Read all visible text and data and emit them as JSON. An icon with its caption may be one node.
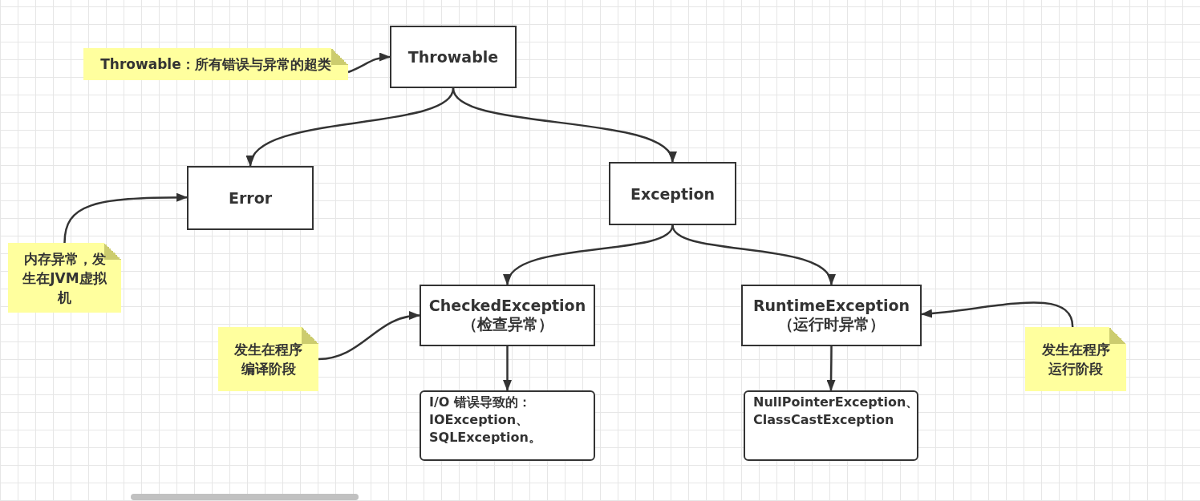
{
  "diagram": {
    "nodes": [
      {
        "text": [
          "Throwable"
        ]
      },
      {
        "text": [
          "Error"
        ]
      },
      {
        "text": [
          "Exception"
        ]
      },
      {
        "text": [
          "CheckedException （检查异常）"
        ]
      },
      {
        "text": [
          "RuntimeException （运行时异常）"
        ]
      },
      {
        "text": [
          "I/O 错误导致的：IOException、SQLException。"
        ]
      },
      {
        "text": [
          "NullPointerException、ClassCastException"
        ]
      },
      {
        "text": [
          "Throwable：所有错误与异常的超类"
        ]
      },
      {
        "text": [
          "内存异常，发生在JVM虚拟机"
        ]
      },
      {
        "text": [
          "发生在程序编译阶段"
        ]
      },
      {
        "text": [
          "发生在程序运行阶段"
        ]
      }
    ],
    "edges": [
      {
        "from": 0,
        "to": 1,
        "arrow": "to"
      },
      {
        "from": 0,
        "to": 2,
        "arrow": "to"
      },
      {
        "from": 2,
        "to": 3,
        "arrow": "to"
      },
      {
        "from": 2,
        "to": 4,
        "arrow": "to"
      },
      {
        "from": 3,
        "to": 5,
        "arrow": "to"
      },
      {
        "from": 4,
        "to": 6,
        "arrow": "to"
      },
      {
        "from": 7,
        "to": 0,
        "arrow": "to"
      },
      {
        "from": 8,
        "to": 1,
        "arrow": "to"
      },
      {
        "from": 9,
        "to": 3,
        "arrow": "to"
      },
      {
        "from": 10,
        "to": 4,
        "arrow": "to"
      }
    ]
  }
}
